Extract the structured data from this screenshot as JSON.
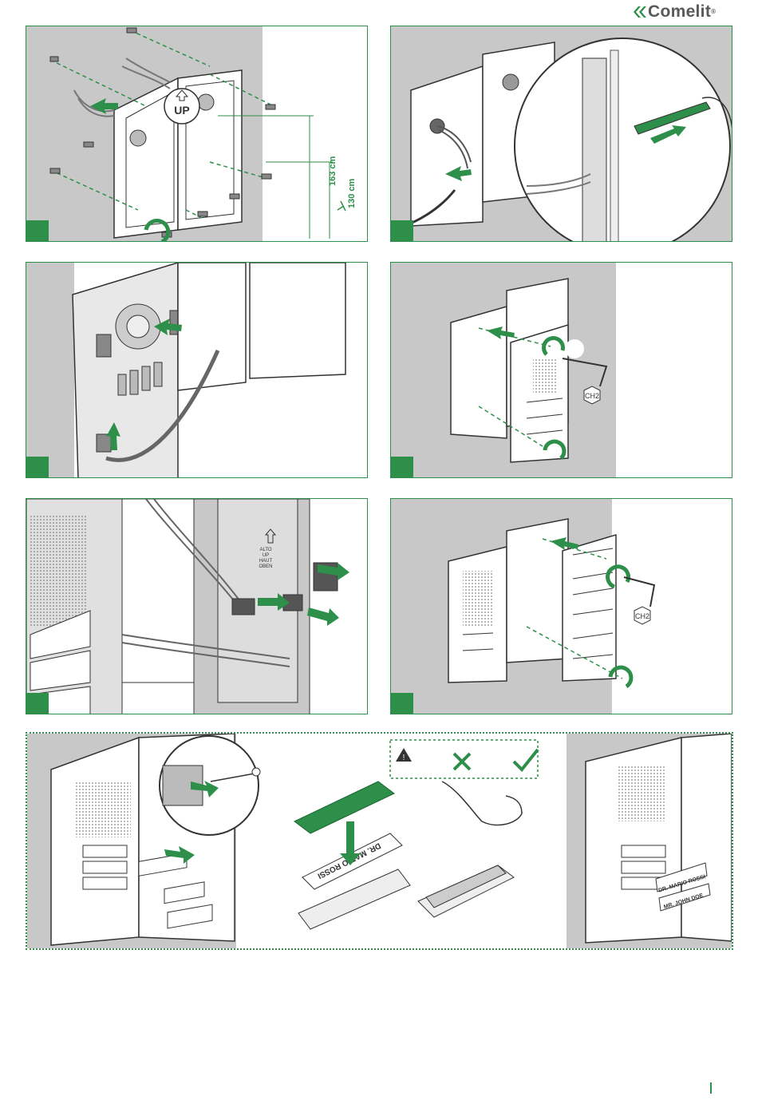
{
  "brand": {
    "name": "Comelit",
    "reg_mark": "®",
    "color": "#2d8f49",
    "icon": "comelit-chevrons-icon"
  },
  "panels": [
    {
      "id": 1,
      "labels": {
        "up": "UP",
        "h1": "163 cm",
        "h2": "130 cm"
      }
    },
    {
      "id": 2
    },
    {
      "id": 3
    },
    {
      "id": 4,
      "labels": {
        "tool": "CH2"
      }
    },
    {
      "id": 5,
      "labels": {
        "arrow": "ALTO",
        "l2": "UP",
        "l3": "HAUT",
        "l4": "OBEN"
      }
    },
    {
      "id": 6,
      "labels": {
        "tool": "CH2"
      }
    }
  ],
  "name_labels": {
    "label1": "DR. MARIO ROSSI",
    "label2": "MR. JOHN DOE",
    "flipped": "DR. MARIO ROSSI"
  },
  "icons": [
    "warning-icon",
    "cross-icon",
    "check-icon",
    "hex-key-icon",
    "screw-icon",
    "arrow-icon"
  ],
  "colors": {
    "accent": "#2d8f49",
    "panel_bg": "#c8c8c8",
    "line": "#333333"
  }
}
